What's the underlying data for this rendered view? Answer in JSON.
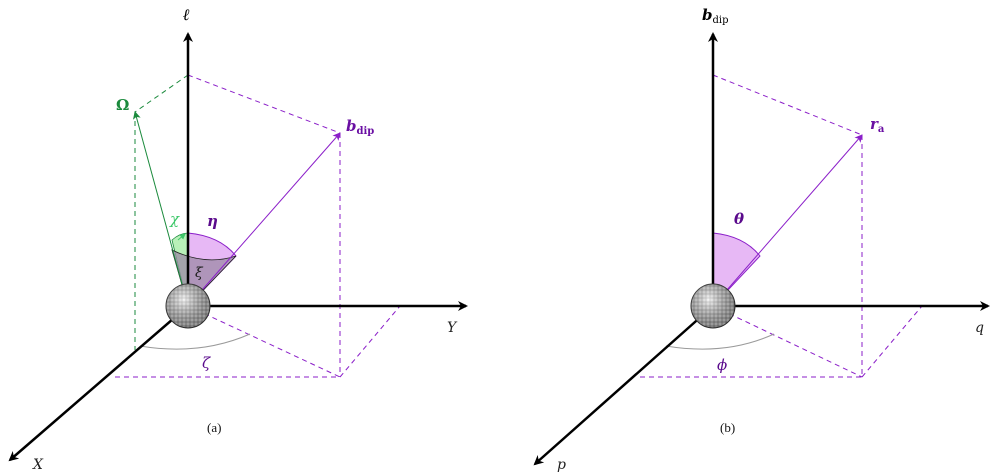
{
  "colors": {
    "axis": "#000000",
    "violet": "#8b1fc9",
    "violet_dark": "#5a0a8c",
    "violet_fill": "#e7b8f5",
    "green": "#1a8a3c",
    "green_light": "#3ec86a",
    "green_fill": "#b8f0b8",
    "dark_fill": "#9c8aa5",
    "arc_gray": "#9a9a9a"
  },
  "panel_a": {
    "caption": "(a)",
    "axis_vertical_label": "ℓ",
    "axis_y_label": "Y",
    "axis_x_label": "X",
    "omega_label": "Ω",
    "bdip_main": "b",
    "bdip_sub": "dip",
    "chi_label": "χ",
    "eta_label": "η",
    "xi_label": "ξ",
    "zeta_label": "ζ"
  },
  "panel_b": {
    "caption": "(b)",
    "axis_vertical_main": "b",
    "axis_vertical_sub": "dip",
    "axis_q_label": "q",
    "axis_p_label": "p",
    "ra_main": "r",
    "ra_sub": "a",
    "theta_label": "θ",
    "phi_label": "ϕ"
  },
  "icons": {
    "sphere": "wireframe-globe-icon"
  }
}
